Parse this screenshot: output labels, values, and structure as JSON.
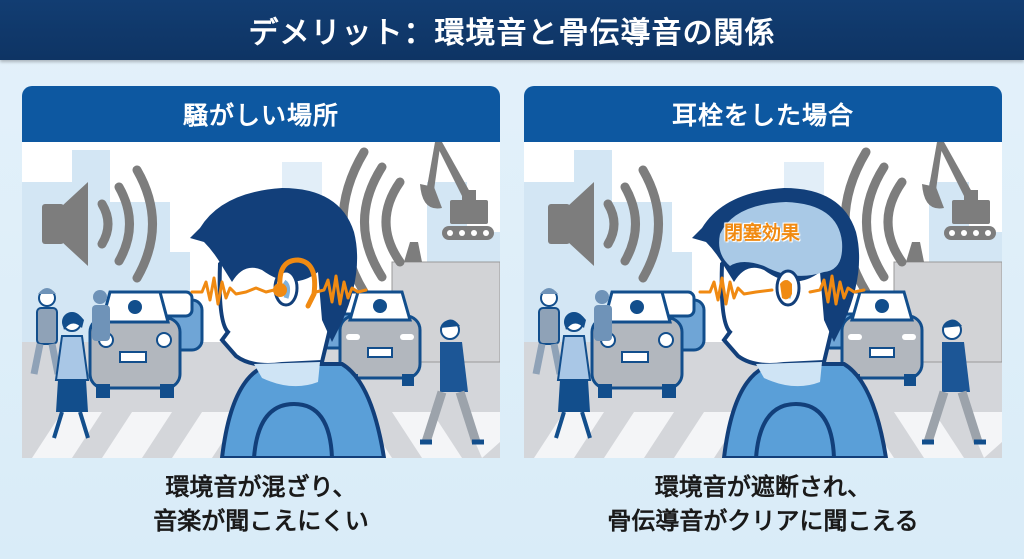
{
  "header": {
    "title": "デメリット：環境音と骨伝導音の関係",
    "background": "#0e3464"
  },
  "panels": [
    {
      "id": "noisy",
      "heading": "騒がしい場所",
      "scene_elements": [
        "speaker-icon",
        "sound-waves",
        "excavator",
        "buildings",
        "cars",
        "pedestrians",
        "crosswalk",
        "person-with-bone-conduction-headphones",
        "orange-sound-waves"
      ],
      "caption_lines": [
        "環境音が混ざり、",
        "音楽が聞こえにくい"
      ]
    },
    {
      "id": "earplug",
      "heading": "耳栓をした場合",
      "scene_elements": [
        "speaker-icon",
        "sound-waves",
        "excavator",
        "buildings",
        "cars",
        "pedestrians",
        "crosswalk",
        "person-with-earplug",
        "orange-sound-waves"
      ],
      "head_label": "閉塞効果",
      "caption_lines": [
        "環境音が遮断され、",
        "骨伝導音がクリアに聞こえる"
      ]
    }
  ],
  "colors": {
    "header_blue": "#0d58a1",
    "hair_navy": "#123f7a",
    "shirt_blue": "#5a9fd8",
    "accent_orange": "#f08a12",
    "icon_gray": "#7d7d7d",
    "building_lightblue": "#cfe3f3",
    "road_gray": "#d4d6da"
  }
}
